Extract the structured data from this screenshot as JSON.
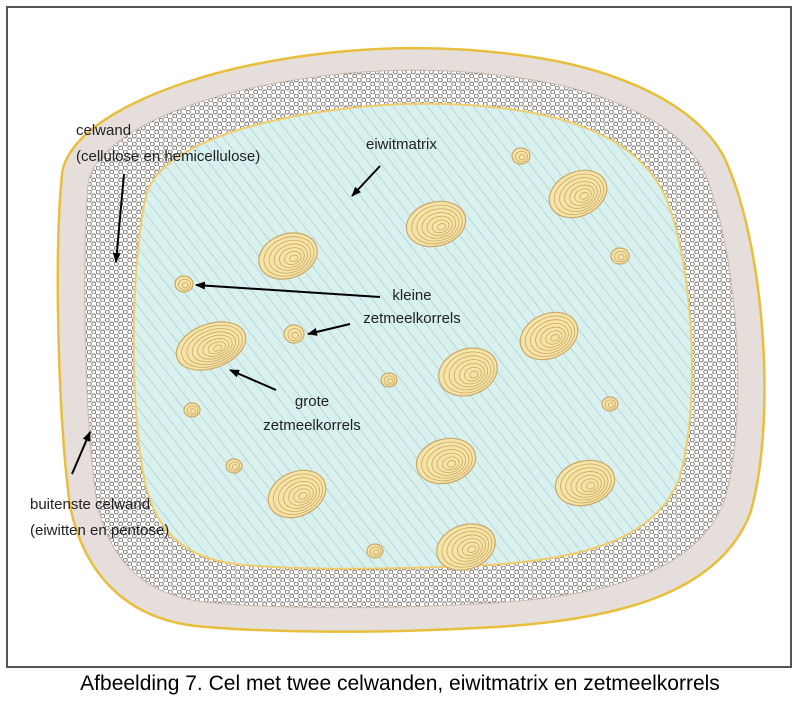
{
  "caption": "Afbeelding 7.  Cel met twee celwanden, eiwitmatrix en zetmeelkorrels",
  "labels": {
    "celwand": "celwand",
    "celwand_detail": "(cellulose en hemicellulose)",
    "eiwitmatrix": "eiwitmatrix",
    "kleine_1": "kleine",
    "kleine_2": "zetmeelkorrels",
    "grote_1": "grote",
    "grote_2": "zetmeelkorrels",
    "buiten_1": "buitenste celwand",
    "buiten_2": "(eiwitten en pentose)"
  },
  "colors": {
    "outer_wall": "#e6dedb",
    "outer_wall_edge": "#e8be3c",
    "inner_wall_mesh": "#6e6a66",
    "matrix": "#d8f1ee",
    "matrix_hatch": "#9cbcc2",
    "matrix_edge": "#f0cc6a",
    "granule_fill": "#f6e3a6",
    "granule_ring": "#c9a868"
  }
}
